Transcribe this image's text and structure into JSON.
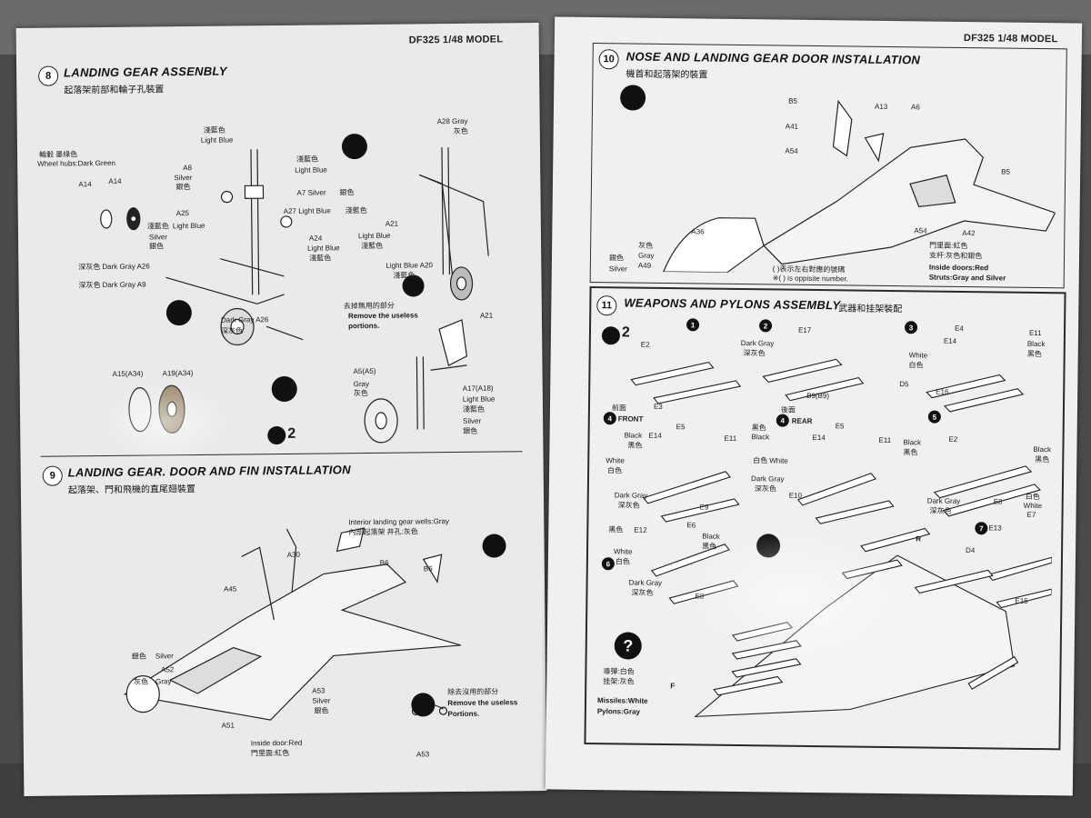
{
  "left_page": {
    "header": "DF325 1/48 MODEL",
    "step8": {
      "number": "8",
      "title": "LANDING GEAR ASSENBLY",
      "subtitle": "起落架前部和輪子孔裝置",
      "labels": {
        "wheel_hubs_cn": "輪轂 墨綠色",
        "wheel_hubs": "Wheel hubs:Dark Green",
        "a14a": "A14",
        "a14b": "A14",
        "a8": "A8",
        "silver1": "Silver",
        "silver1_cn": "銀色",
        "light_blue1_cn": "淺藍色",
        "light_blue1": "Light Blue",
        "light_blue2_cn": "淺藍色",
        "light_blue2": "Light Blue",
        "a7": "A7 Silver",
        "a7_cn": "銀色",
        "a27": "A27 Light Blue",
        "a27_cn": "淺藍色",
        "a25": "A25",
        "a25_lb_cn": "淺藍色",
        "a25_lb": "Light Blue",
        "silver2": "Silver",
        "silver2_cn": "銀色",
        "a24": "A24",
        "a24_lb": "Light Blue",
        "a24_lb_cn": "淺藍色",
        "a26_top": "Dark Gray A26",
        "a26_top_cn": "深灰色",
        "a9": "Dark Gray  A9",
        "a9_cn": "深灰色",
        "a26_bottom": "Dark Gray  A26",
        "a26_bottom_cn": "深灰色",
        "remove_cn": "去掉無用的部分",
        "remove1": "Remove the useless",
        "remove2": "portions.",
        "a28": "A28 Gray",
        "a28_cn": "灰色",
        "a21": "A21",
        "a21_lb": "Light Blue",
        "a21_lb_cn": "淺藍色",
        "a20": "Light Blue A20",
        "a20_cn": "淺藍色",
        "a21b": "A21",
        "a15": "A15(A34)",
        "a19": "A19(A34)",
        "a5": "A5(A5)",
        "a5_gray": "Gray",
        "a5_cn": "灰色",
        "a17": "A17(A18)",
        "a17_lb": "Light Blue",
        "a17_cn": "淺藍色",
        "a17_silver": "Silver",
        "a17_silver_cn": "銀色",
        "two": "2"
      }
    },
    "step9": {
      "number": "9",
      "title": "LANDING GEAR. DOOR AND FIN INSTALLATION",
      "subtitle": "起落架、門和飛機的直尾翅裝置",
      "labels": {
        "wells": "Interior landing gear wells:Gray",
        "wells_cn": "內部起落架 井孔:灰色",
        "a30": "A30",
        "b6a": "B6",
        "b6b": "B6",
        "a45": "A45",
        "silver_cn": "銀色",
        "silver": "Silver",
        "a52": "A52",
        "gray": "Gray",
        "gray_cn": "灰色",
        "a53": "A53",
        "a53_silver": "Silver",
        "a53_cn": "銀色",
        "a51": "A51",
        "inside_door": "Inside door:Red",
        "inside_door_cn": "門里面:紅色",
        "remove_cn": "除去沒用的部分",
        "remove1": "Remove the useless",
        "remove2": "Portions.",
        "a53b": "A53"
      }
    }
  },
  "right_page": {
    "header": "DF325 1/48 MODEL",
    "step10": {
      "number": "10",
      "title": "NOSE AND LANDING GEAR DOOR INSTALLATION",
      "subtitle": "機首和起落架的裝置",
      "labels": {
        "b5a": "B5",
        "a13": "A13",
        "a6": "A6",
        "a41": "A41",
        "a54a": "A54",
        "b5b": "B5",
        "a54b": "A54",
        "a42": "A42",
        "a36": "A36",
        "gray_cn": "灰色",
        "gray": "Gray",
        "a49": "A49",
        "silver_cn": "銀色",
        "silver": "Silver",
        "note1": "(  )表示左右對應的號碼",
        "note2": "※( ) is oppisite number.",
        "inside_cn1": "門里面:紅色",
        "inside_cn2": "支杆:灰色和銀色",
        "inside1": "Inside doors:Red",
        "inside2": "Struts:Gray and Silver"
      }
    },
    "step11": {
      "number": "11",
      "title": "WEAPONS AND PYLONS ASSEMBLY",
      "subtitle": "武器和挂架裝配",
      "labels": {
        "s1": "1",
        "s2": "2",
        "s3": "3",
        "s4f": "4",
        "s4r": "4",
        "s5": "5",
        "s6": "6",
        "s7": "7",
        "two": "2",
        "e2": "E2",
        "e3": "E3",
        "e17": "E17",
        "dark_gray1": "Dark Gray",
        "dark_gray1_cn": "深灰色",
        "b9": "B9(B9)",
        "front_cn": "前面",
        "front": "FRONT",
        "rear_cn": "後面",
        "rear": "REAR",
        "e4": "E4",
        "e11a": "E11",
        "black1": "Black",
        "black1_cn": "黑色",
        "e14a": "E14",
        "white1": "White",
        "white1_cn": "白色",
        "d5": "D5",
        "e16": "E16",
        "e5a": "E5",
        "e11b": "E11",
        "black2": "Black",
        "black2_cn": "黑色",
        "e14b": "E14",
        "white2": "White",
        "white2_cn": "白色",
        "dark_gray2": "Dark Gray",
        "dark_gray2_cn": "深灰色",
        "e9": "E9",
        "e5b": "E5",
        "e11c": "E11",
        "black3": "Black",
        "black3_cn": "黑色",
        "e14c": "E14",
        "white3": "White",
        "white3_cn": "白色",
        "dark_gray3": "Dark Gray",
        "dark_gray3_cn": "深灰色",
        "e10": "E10",
        "black4_cn": "黑色",
        "black4": "Black",
        "e2b": "E2",
        "black5": "Black",
        "black5_cn": "黑色",
        "dark_gray4": "Dark Gray",
        "dark_gray4_cn": "深灰色",
        "e8a": "E8",
        "e12": "E12",
        "e6": "E6",
        "black6": "Black",
        "black6_cn": "黑色",
        "black7_cn": "黑色",
        "white4": "White",
        "white4_cn": "白色",
        "dark_gray5": "Dark Gray",
        "dark_gray5_cn": "深灰色",
        "e8b": "E8",
        "e13": "E13",
        "e7": "E7",
        "white5_cn": "白色",
        "white5": "White",
        "d4": "D4",
        "e15": "E15",
        "f": "F",
        "r": "R",
        "missiles_cn1": "導彈:白色",
        "missiles_cn2": "挂架:灰色",
        "missiles": "Missiles:White",
        "pylons": "Pylons:Gray"
      }
    }
  }
}
